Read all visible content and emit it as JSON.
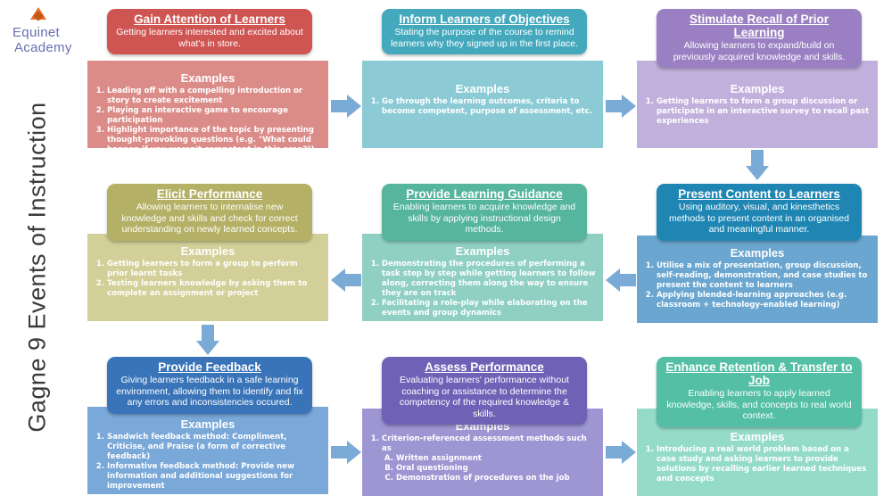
{
  "logo": {
    "line1": "Equinet",
    "line2": "Academy"
  },
  "side_title": "Gagne 9 Events of Instruction",
  "examples_heading": "Examples",
  "colors": {
    "arrow": "#7aaad6"
  },
  "cards": [
    {
      "title": "Gain Attention of Learners",
      "subtitle": "Getting learners interested and excited about what's in store.",
      "header_color": "#cf5552",
      "examples_color": "#db8c88",
      "examples": [
        "Leading off with a compelling introduction or story to create excitement",
        "Playing an interactive game to encourage participation",
        "Highlight importance of the topic by presenting thought-provoking questions (e.g. \"What could happen if you weren't competent in this area?\")"
      ]
    },
    {
      "title": "Inform Learners of Objectives",
      "subtitle": "Stating the purpose of the course to remind learners why they signed up in the first place.",
      "header_color": "#45a9bd",
      "examples_color": "#8ccbd6",
      "examples": [
        "Go through the learning outcomes, criteria to become competent, purpose of assessment, etc."
      ]
    },
    {
      "title": "Stimulate Recall of Prior Learning",
      "subtitle": "Allowing learners to expand/build on previously acquired knowledge and skills.",
      "header_color": "#9a80c2",
      "examples_color": "#c2b0dc",
      "examples": [
        "Getting learners to form a group discussion or participate in an interactive survey to recall past experiences"
      ]
    },
    {
      "title": "Elicit Performance",
      "subtitle": "Allowing learners to internalise new knowledge and skills and check for correct understanding on newly learned concepts.",
      "header_color": "#b4b066",
      "examples_color": "#d2cf98",
      "examples": [
        "Getting learners to form a group to perform prior learnt tasks",
        "Testing learners knowledge by asking them to complete an assignment or project"
      ]
    },
    {
      "title": "Provide Learning Guidance",
      "subtitle": "Enabling learners to acquire knowledge and skills by applying instructional design methods.",
      "header_color": "#55b59d",
      "examples_color": "#8fd0c2",
      "examples": [
        "Demonstrating the procedures of performing a task step by step while getting learners to follow along, correcting them along the way to ensure they are on track",
        "Facilitating a role-play while elaborating on the events and group dynamics"
      ]
    },
    {
      "title": "Present Content to Learners",
      "subtitle": "Using auditory, visual, and kinesthetics methods to present content in an organised and meaningful manner.",
      "header_color": "#1f86b4",
      "examples_color": "#6aa6cf",
      "examples": [
        "Utilise a mix of presentation, group discussion, self-reading, demonstration, and case studies to present the content to learners",
        "Applying blended-learning approaches (e.g. classroom + technology-enabled learning)"
      ]
    },
    {
      "title": "Provide Feedback",
      "subtitle": "Giving learners feedback in a safe learning environment, allowing them to identify and fix any errors and inconsistencies occured.",
      "header_color": "#3a74b8",
      "examples_color": "#7aa8d8",
      "examples": [
        "Sandwich feedback method: Compliment, Criticise, and Praise (a form of corrective feedback)",
        "Informative feedback method: Provide new information and additional suggestions for improvement"
      ]
    },
    {
      "title": "Assess Performance",
      "subtitle": "Evaluating learners' performance without coaching or assistance to determine the competency of the required knowledge & skills.",
      "header_color": "#6f62b6",
      "examples_color": "#9e96d2",
      "examples": [
        "Criterion-referenced assessment methods such as"
      ],
      "sub_examples": [
        "Written assignment",
        "Oral questioning",
        "Demonstration of procedures on the job"
      ]
    },
    {
      "title": "Enhance Retention & Transfer to Job",
      "subtitle": "Enabling learners to apply learned knowledge, skills, and concepts to real world context.",
      "header_color": "#54bfa4",
      "examples_color": "#95dcc8",
      "examples": [
        "Introducing a real world problem based on a case study and asking learners to provide solutions by recalling earlier learned techniques and concepts"
      ]
    }
  ]
}
